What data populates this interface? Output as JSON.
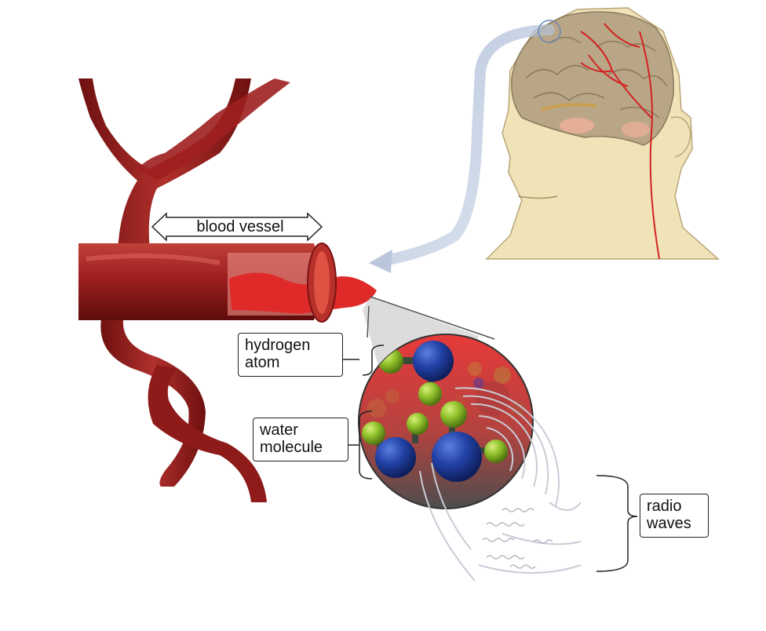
{
  "labels": {
    "blood_vessel": "blood vessel",
    "hydrogen_atom": "hydrogen\natom",
    "water_molecule": "water\nmolecule",
    "radio_waves": "radio\nwaves"
  },
  "colors": {
    "vessel": "#9e1f1f",
    "vessel_highlight": "#c8463c",
    "blood": "#e02a2a",
    "skin": "#f1e3b8",
    "brain": "#b9a687",
    "oxygen": "#1f3f9a",
    "hydrogen": "#8fbf2a",
    "arrow": "#b9c6dc"
  },
  "icons": {
    "head": "human-head-with-brain",
    "zoom": "magnified-molecule-circle"
  }
}
